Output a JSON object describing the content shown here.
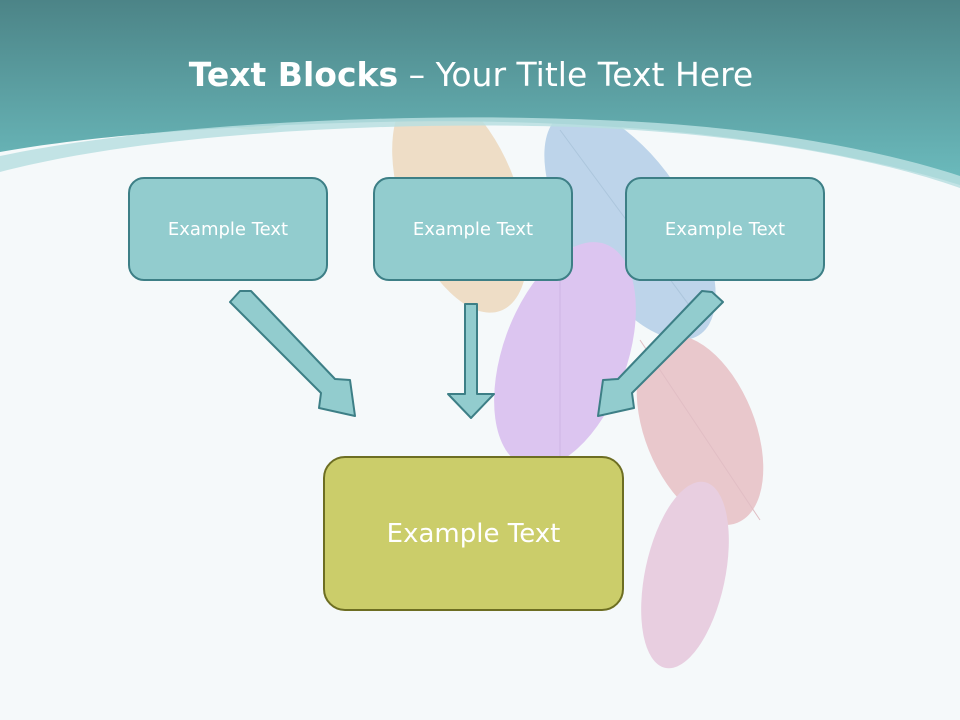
{
  "title": {
    "bold": "Text Blocks",
    "rest": "– Your Title Text Here"
  },
  "blocks": [
    {
      "label": "Example Text"
    },
    {
      "label": "Example Text"
    },
    {
      "label": "Example Text"
    }
  ],
  "target": {
    "label": "Example Text"
  },
  "colors": {
    "header_teal": "#5fa9ab",
    "box_fill": "#92ccce",
    "box_border": "#3d7f86",
    "target_fill": "#cbcd6a",
    "target_border": "#6d6e22"
  }
}
